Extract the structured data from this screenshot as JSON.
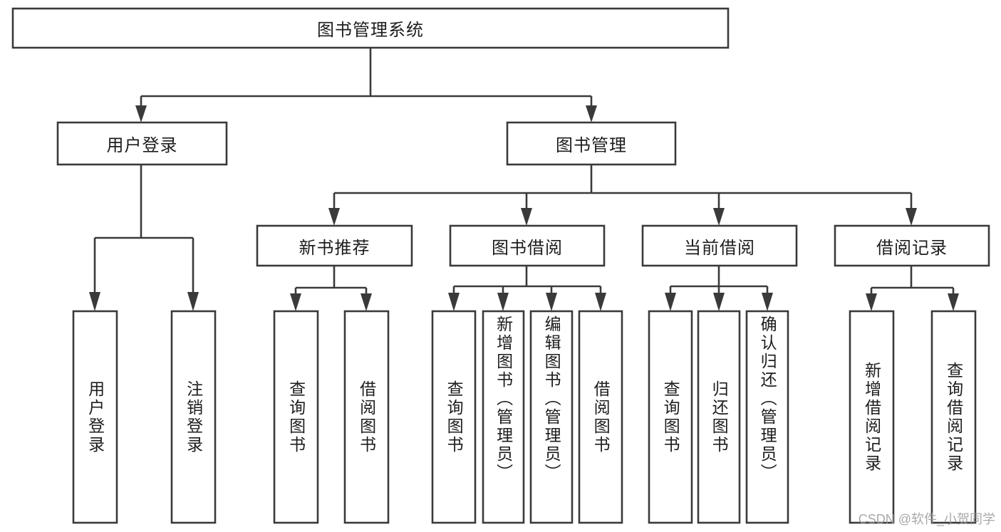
{
  "diagram": {
    "title": "图书管理系统",
    "watermark": "CSDN @软件_小贺同学",
    "type": "tree",
    "orientation": "top-down",
    "root": {
      "id": "root",
      "label": "图书管理系统"
    },
    "level2": [
      {
        "id": "user-login",
        "label": "用户登录"
      },
      {
        "id": "book-manage",
        "label": "图书管理"
      }
    ],
    "level3": [
      {
        "id": "new-book-rec",
        "label": "新书推荐",
        "parent": "book-manage"
      },
      {
        "id": "book-borrow",
        "label": "图书借阅",
        "parent": "book-manage"
      },
      {
        "id": "current-borrow",
        "label": "当前借阅",
        "parent": "book-manage"
      },
      {
        "id": "borrow-record",
        "label": "借阅记录",
        "parent": "book-manage"
      }
    ],
    "leaves": [
      {
        "id": "leaf-user-login",
        "label": "用户登录",
        "parent": "user-login"
      },
      {
        "id": "leaf-logout-login",
        "label": "注销登录",
        "parent": "user-login"
      },
      {
        "id": "leaf-query-book-1",
        "label": "查询图书",
        "parent": "new-book-rec"
      },
      {
        "id": "leaf-borrow-book-1",
        "label": "借阅图书",
        "parent": "new-book-rec"
      },
      {
        "id": "leaf-query-book-2",
        "label": "查询图书",
        "parent": "book-borrow"
      },
      {
        "id": "leaf-add-book",
        "label": "新增图书（管理员）",
        "parent": "book-borrow"
      },
      {
        "id": "leaf-edit-book",
        "label": "编辑图书（管理员）",
        "parent": "book-borrow"
      },
      {
        "id": "leaf-borrow-book-2",
        "label": "借阅图书",
        "parent": "book-borrow"
      },
      {
        "id": "leaf-query-book-3",
        "label": "查询图书",
        "parent": "current-borrow"
      },
      {
        "id": "leaf-return-book",
        "label": "归还图书",
        "parent": "current-borrow"
      },
      {
        "id": "leaf-confirm-return",
        "label": "确认归还（管理员）",
        "parent": "current-borrow"
      },
      {
        "id": "leaf-add-record",
        "label": "新增借阅记录",
        "parent": "borrow-record"
      },
      {
        "id": "leaf-query-record",
        "label": "查询借阅记录",
        "parent": "borrow-record"
      }
    ],
    "colors": {
      "stroke": "#3a3a3a",
      "fill": "#ffffff",
      "text": "#1d1d1d",
      "watermark": "#9a9a9a"
    }
  }
}
